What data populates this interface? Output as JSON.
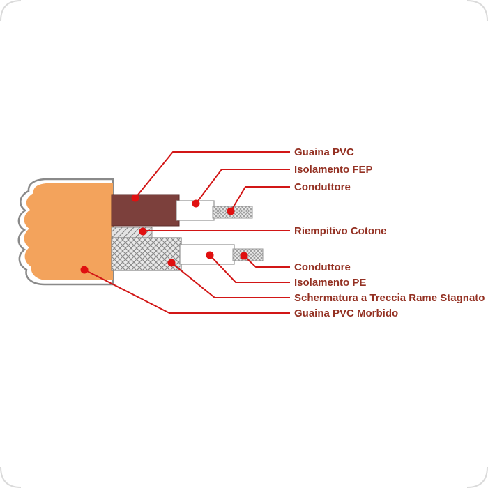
{
  "diagram": {
    "labels": {
      "guaina_pvc": "Guaina PVC",
      "isolamento_fep": "Isolamento FEP",
      "conduttore_top": "Conduttore",
      "riempitivo_cotone": "Riempitivo Cotone",
      "conduttore_bottom": "Conduttore",
      "isolamento_pe": "Isolamento PE",
      "schermatura_treccia": "Schermatura a Treccia Rame Stagnato",
      "guaina_pvc_morbido": "Guaina PVC Morbido"
    },
    "colors": {
      "label_text": "#943123",
      "leader_line": "#D21616",
      "marker_dot": "#E01010",
      "jacket": "#F3A35C",
      "inner_sheath": "#7C403C"
    }
  }
}
